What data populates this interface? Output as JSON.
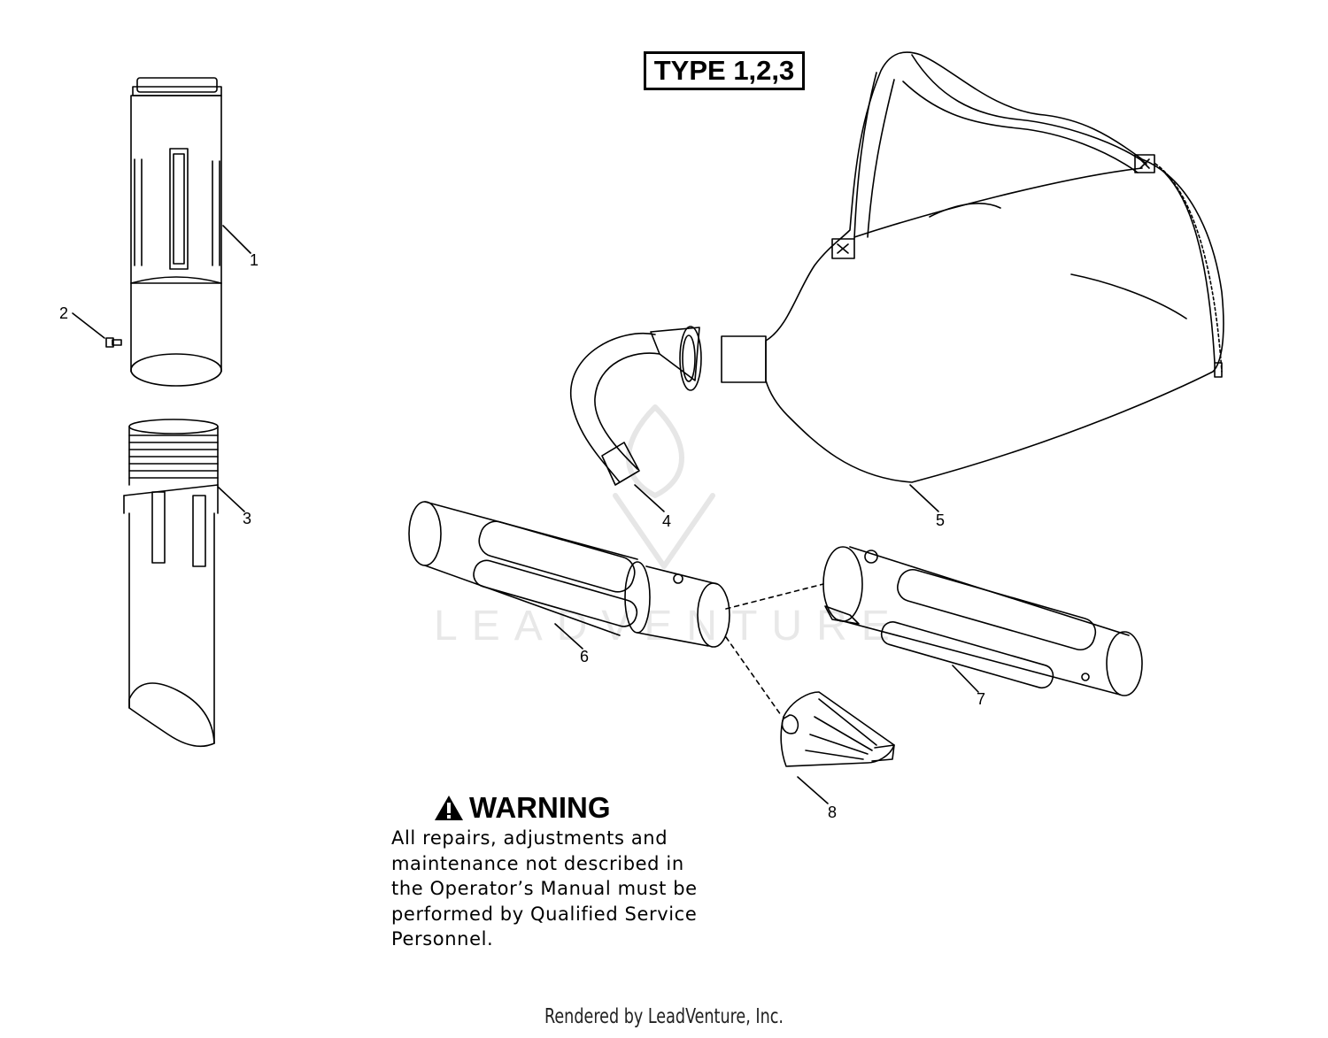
{
  "type_label": "TYPE 1,2,3",
  "callouts": [
    {
      "id": "1",
      "label": "1"
    },
    {
      "id": "2",
      "label": "2"
    },
    {
      "id": "3",
      "label": "3"
    },
    {
      "id": "4",
      "label": "4"
    },
    {
      "id": "5",
      "label": "5"
    },
    {
      "id": "6",
      "label": "6"
    },
    {
      "id": "7",
      "label": "7"
    },
    {
      "id": "8",
      "label": "8"
    }
  ],
  "warning": {
    "title": "WARNING",
    "lines": [
      "All repairs, adjustments and",
      "maintenance not described in",
      "the Operator’s Manual must be",
      "performed by Qualified Service",
      "Personnel."
    ]
  },
  "watermark": "LEADVENTURE",
  "footer": "Rendered by LeadVenture, Inc."
}
